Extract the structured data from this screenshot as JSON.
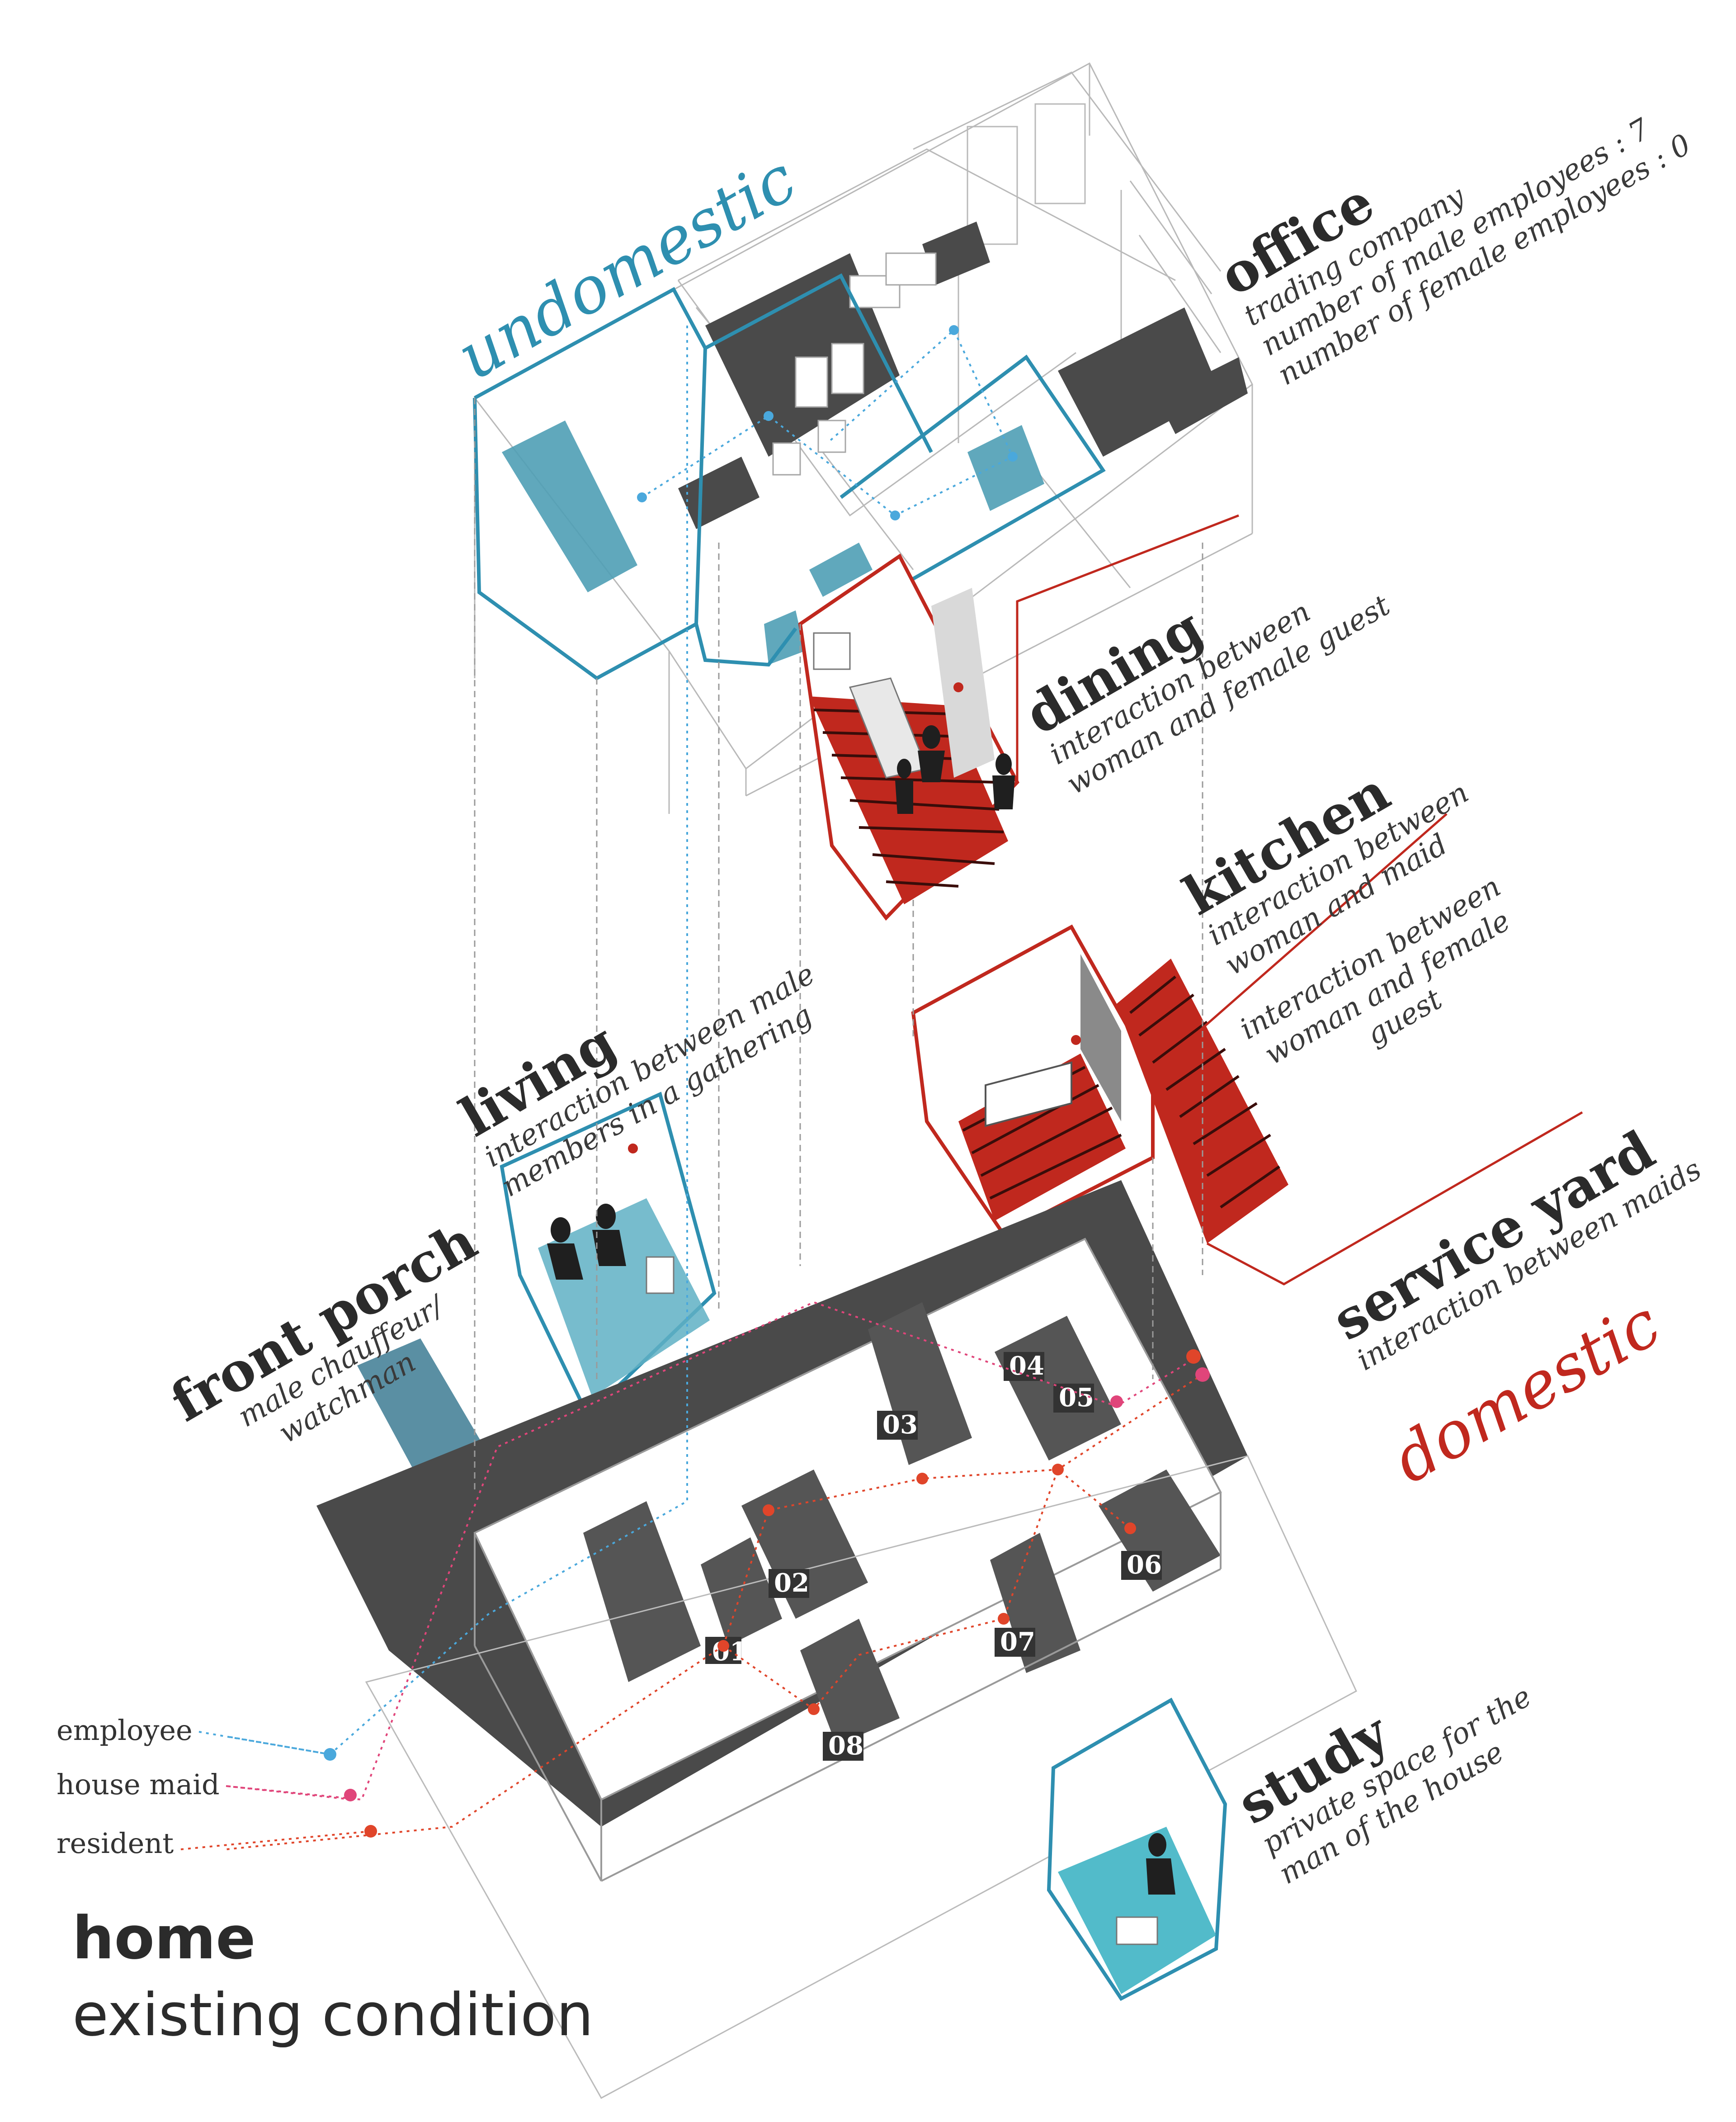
{
  "colors": {
    "undomestic": "#2e8fb0",
    "domestic": "#c0281e",
    "employee": "#4aa8dc",
    "house_maid": "#e0457a",
    "resident": "#e0452a",
    "shadow": "#4a4a4a"
  },
  "tags": {
    "undomestic": "undomestic",
    "domestic": "domestic"
  },
  "office": {
    "title": "office",
    "lines": [
      "trading company",
      "number of male employees      : 7",
      "number of female employees : 0"
    ]
  },
  "dining": {
    "title": "dining",
    "lines": [
      "interaction between",
      "woman and female guest"
    ]
  },
  "kitchen": {
    "title": "kitchen",
    "lines": [
      "interaction between",
      "woman and maid"
    ],
    "lines2": [
      "interaction between",
      "woman and female",
      "guest"
    ]
  },
  "living": {
    "title": "living",
    "lines": [
      "interaction between male",
      "members in a gathering"
    ]
  },
  "front_porch": {
    "title": "front porch",
    "lines": [
      "male chauffeur/",
      "watchman"
    ]
  },
  "service_yard": {
    "title": "service yard",
    "lines": [
      "interaction between maids"
    ]
  },
  "study": {
    "title": "study",
    "lines": [
      "private space for the",
      "man of the house"
    ]
  },
  "legend": [
    {
      "label": "employee",
      "color": "#4aa8dc"
    },
    {
      "label": "house maid",
      "color": "#e0457a"
    },
    {
      "label": "resident",
      "color": "#e0452a"
    }
  ],
  "rooms": [
    "01",
    "02",
    "03",
    "04",
    "05",
    "06",
    "07",
    "08"
  ],
  "title": {
    "main": "home",
    "sub": "existing condition"
  }
}
